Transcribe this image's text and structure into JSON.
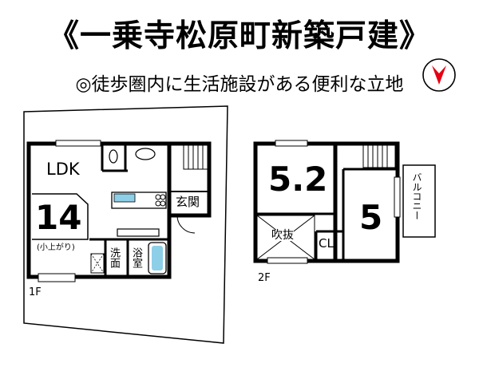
{
  "title": "《一乗寺松原町新築戸建》",
  "subtitle": "◎徒歩圏内に生活施設がある便利な立地",
  "compass": {
    "icon": "north-arrow-icon",
    "color": "#e60012"
  },
  "floor1": {
    "label": "1F",
    "ldk": "LDK",
    "ldk_size": "14",
    "ldk_note": "(小上がり)",
    "entrance": "玄関",
    "washroom": "洗面",
    "bathroom": "浴室",
    "colors": {
      "kitchen": "#8ecfe8",
      "bath": "#8ecfe8"
    }
  },
  "floor2": {
    "label": "2F",
    "room_a_size": "5.2",
    "room_b_size": "5",
    "void": "吹抜",
    "closet": "CL",
    "balcony": "バルコニー"
  }
}
